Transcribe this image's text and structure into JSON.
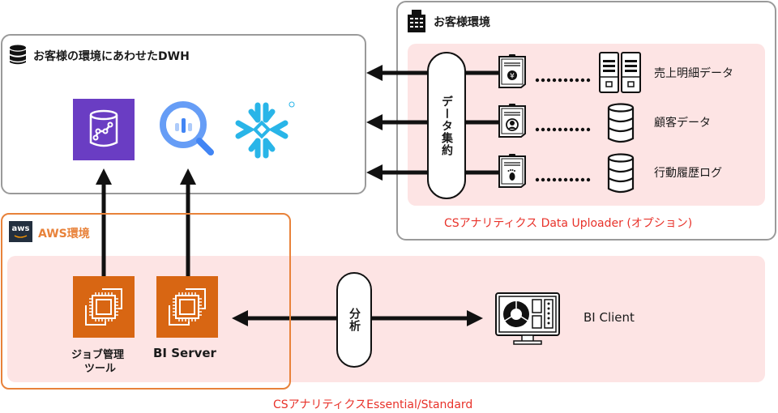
{
  "dwh": {
    "title": "お客様の環境にあわせたDWH",
    "icon": "database-icon",
    "products": [
      {
        "name": "amazon-redshift",
        "icon": "redshift-icon",
        "color": "#6a3dc3"
      },
      {
        "name": "google-bigquery",
        "icon": "bigquery-icon",
        "color": "#669df6"
      },
      {
        "name": "snowflake",
        "icon": "snowflake-icon",
        "color": "#29b5e8"
      }
    ]
  },
  "customer_env": {
    "title": "お客様環境",
    "icon": "building-icon",
    "aggregation_label": "データ集約",
    "sources": [
      {
        "label": "売上明細データ",
        "doc_icon": "yen-document-icon",
        "store_icon": "server-icon"
      },
      {
        "label": "顧客データ",
        "doc_icon": "person-document-icon",
        "store_icon": "database-icon"
      },
      {
        "label": "行動履歴ログ",
        "doc_icon": "footprint-document-icon",
        "store_icon": "database-icon"
      }
    ],
    "caption": "CSアナリティクス Data Uploader (オプション)"
  },
  "aws_env": {
    "badge": "aws",
    "title": "AWS環境",
    "servers": [
      {
        "label_line1": "ジョブ管理",
        "label_line2": "ツール",
        "icon": "ec2-icon"
      },
      {
        "label_line1": "BI Server",
        "label_line2": "",
        "icon": "ec2-icon"
      }
    ]
  },
  "analysis": {
    "label": "分析",
    "client_label": "BI Client",
    "client_icon": "monitor-dashboard-icon"
  },
  "footer_caption": "CSアナリティクスEssential/Standard",
  "colors": {
    "accent_red": "#e8322a",
    "aws_orange": "#e8823a",
    "ec2_orange": "#d86613",
    "pink_bg": "#fde4e4",
    "border_gray": "#9a9a9a"
  }
}
